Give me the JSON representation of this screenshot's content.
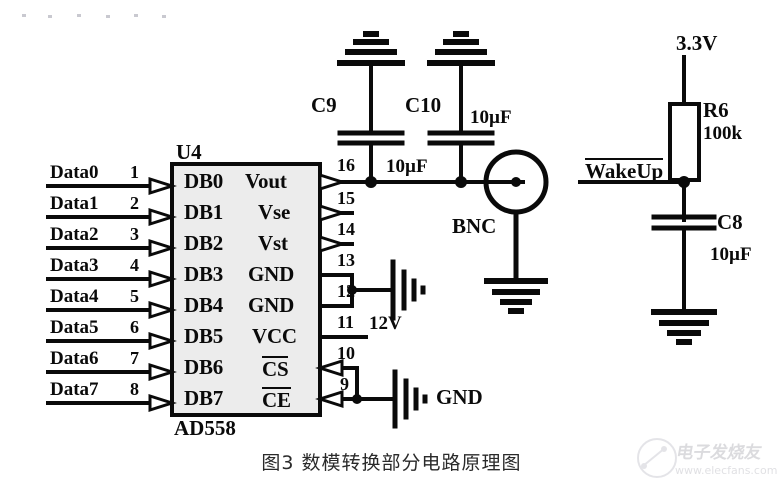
{
  "figure": {
    "caption": "图3  数模转换部分电路原理图",
    "watermark_text": "电子发烧友",
    "watermark_url": "www.elecfans.com"
  },
  "ic": {
    "refdes": "U4",
    "part_number": "AD558",
    "left_pins": [
      {
        "name": "DB0",
        "number": "1",
        "net": "Data0"
      },
      {
        "name": "DB1",
        "number": "2",
        "net": "Data1"
      },
      {
        "name": "DB2",
        "number": "3",
        "net": "Data2"
      },
      {
        "name": "DB3",
        "number": "4",
        "net": "Data3"
      },
      {
        "name": "DB4",
        "number": "5",
        "net": "Data4"
      },
      {
        "name": "DB5",
        "number": "6",
        "net": "Data5"
      },
      {
        "name": "DB6",
        "number": "7",
        "net": "Data6"
      },
      {
        "name": "DB7",
        "number": "8",
        "net": "Data7"
      }
    ],
    "right_pins": [
      {
        "name": "Vout",
        "number": "16",
        "overline": false
      },
      {
        "name": "Vse",
        "number": "15",
        "overline": false
      },
      {
        "name": "Vst",
        "number": "14",
        "overline": false
      },
      {
        "name": "GND",
        "number": "13",
        "overline": false
      },
      {
        "name": "GND",
        "number": "12",
        "overline": false
      },
      {
        "name": "VCC",
        "number": "11",
        "overline": false
      },
      {
        "name": "CS",
        "number": "10",
        "overline": true
      },
      {
        "name": "CE",
        "number": "9",
        "overline": true
      }
    ]
  },
  "components": {
    "c9": {
      "refdes": "C9",
      "value": "10µF"
    },
    "c10": {
      "refdes": "C10",
      "value": "10µF"
    },
    "c8": {
      "refdes": "C8",
      "value": "10µF"
    },
    "r6": {
      "refdes": "R6",
      "value": "100k"
    },
    "bnc": {
      "label": "BNC"
    }
  },
  "nets": {
    "supply_33v": "3.3V",
    "supply_12v": "12V",
    "ground": "GND",
    "wakeup": "WakeUp"
  }
}
